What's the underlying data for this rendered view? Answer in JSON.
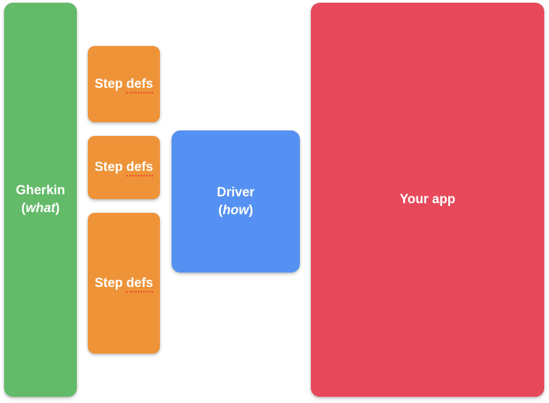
{
  "colors": {
    "green": "#63ba69",
    "orange": "#ee9338",
    "blue": "#5591f2",
    "red": "#e7495b",
    "text": "#ffffff",
    "squiggle": "#f03d2e",
    "background": "#ffffff"
  },
  "diagram": {
    "gherkin": {
      "title": "Gherkin",
      "paren_open": "(",
      "emphasis": "what",
      "paren_close": ")"
    },
    "step_defs": [
      {
        "word1": "Step",
        "word2": "defs"
      },
      {
        "word1": "Step",
        "word2": "defs"
      },
      {
        "word1": "Step",
        "word2": "defs"
      }
    ],
    "driver": {
      "title": "Driver",
      "paren_open": "(",
      "emphasis": "how",
      "paren_close": ")"
    },
    "your_app": {
      "label": "Your app"
    }
  }
}
